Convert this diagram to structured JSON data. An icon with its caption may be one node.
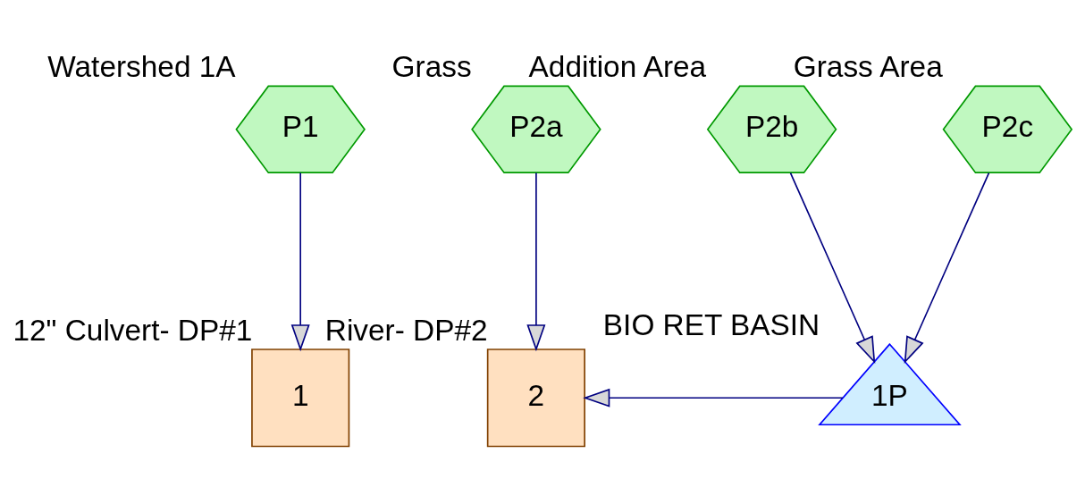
{
  "diagram": {
    "nodes": [
      {
        "text": [
          "P1"
        ],
        "beside": [
          "Watershed 1A"
        ]
      },
      {
        "text": [
          "P2a"
        ],
        "beside": [
          "Grass"
        ]
      },
      {
        "text": [
          "P2b"
        ],
        "beside": [
          "Addition Area"
        ]
      },
      {
        "text": [
          "P2c"
        ],
        "beside": [
          "Grass Area"
        ]
      },
      {
        "text": [
          "1"
        ],
        "beside": [
          "12\" Culvert- DP#1"
        ]
      },
      {
        "text": [
          "2"
        ],
        "beside": [
          "River- DP#2"
        ]
      },
      {
        "text": [
          "1P"
        ],
        "beside": [
          "BIO RET BASIN"
        ]
      }
    ],
    "edges": [
      {
        "from": 0,
        "to": 4,
        "arrow": "to"
      },
      {
        "from": 1,
        "to": 5,
        "arrow": "to"
      },
      {
        "from": 2,
        "to": 6,
        "arrow": "to"
      },
      {
        "from": 3,
        "to": 6,
        "arrow": "to"
      },
      {
        "from": 6,
        "to": 5,
        "arrow": "to"
      }
    ]
  }
}
